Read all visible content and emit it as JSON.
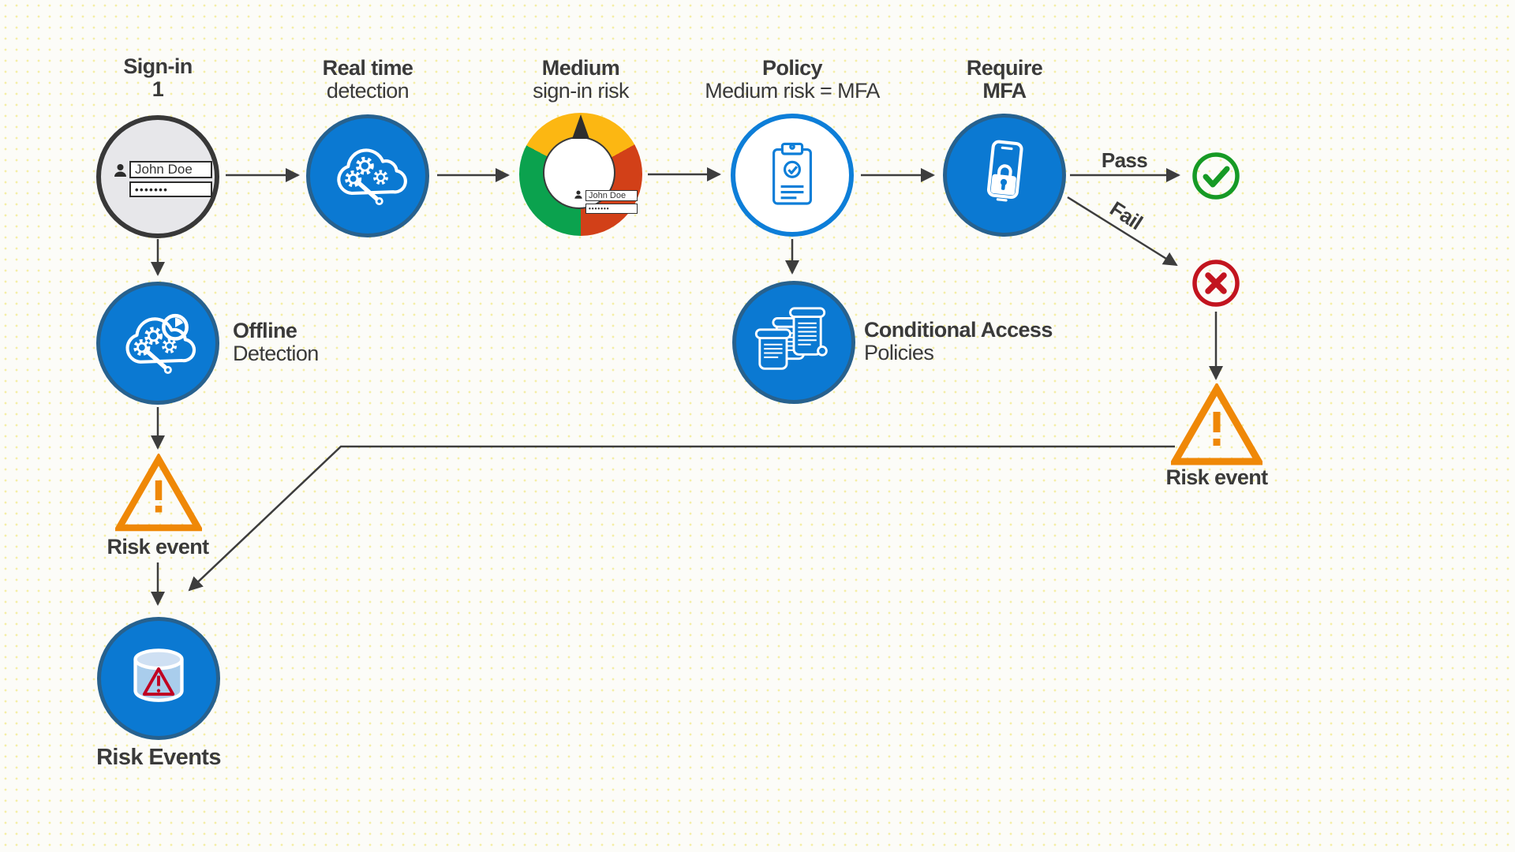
{
  "canvas": {
    "background": "#fcfcf8",
    "dot_color": "#f4eea6"
  },
  "palette": {
    "node_blue": "#0b79d2",
    "node_blue_border": "#27618e",
    "policy_ring_blue": "#0d7ed8",
    "connector_gray": "#3d3d3d",
    "text_gray": "#3a3a3a",
    "pass_green": "#169a25",
    "fail_red": "#c2141f",
    "warning_orange": "#ef8807",
    "gauge_yellow": "#fcb712",
    "gauge_red": "#d24018",
    "gauge_green": "#0ba24e",
    "db_warning_red": "#c00021"
  },
  "nodes": {
    "signin": {
      "label1": "Sign-in",
      "label2": "1",
      "username": "John Doe",
      "password": "•••••••"
    },
    "realtime_detection": {
      "label1": "Real time",
      "label2": "detection"
    },
    "signin_risk": {
      "label1": "Medium",
      "label2": "sign-in risk",
      "username": "John Doe",
      "password": "•••••••"
    },
    "policy": {
      "label1": "Policy",
      "label2": "Medium risk = MFA"
    },
    "require_mfa": {
      "label1": "Require",
      "label2": "MFA"
    },
    "offline_detection": {
      "label1": "Offline",
      "label2": "Detection"
    },
    "conditional_access": {
      "label1": "Conditional Access",
      "label2": "Policies"
    },
    "risk_event_left": {
      "label": "Risk event"
    },
    "risk_event_right": {
      "label": "Risk event"
    },
    "risk_events_db": {
      "label": "Risk Events"
    }
  },
  "edges": {
    "pass": "Pass",
    "fail": "Fail"
  }
}
